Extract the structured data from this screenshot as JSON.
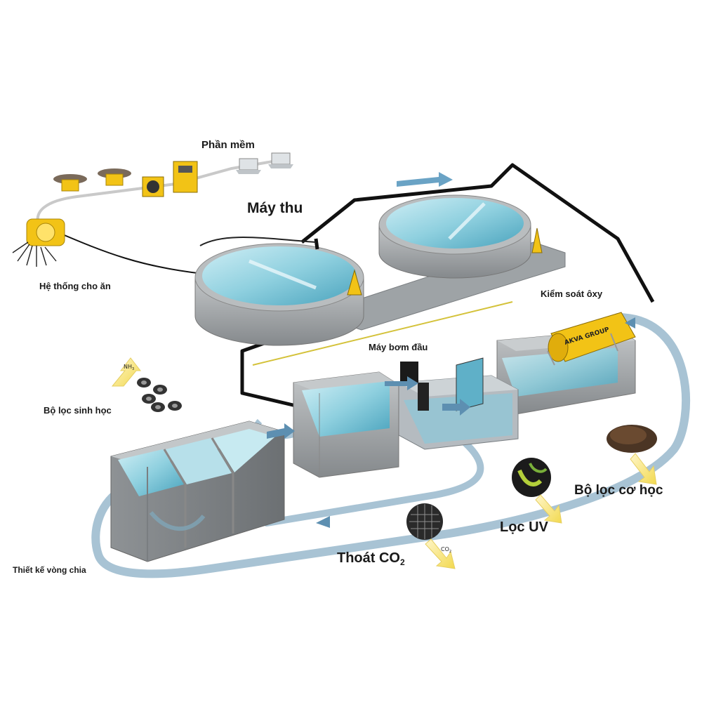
{
  "labels": {
    "software": "Phần mềm",
    "receiver": "Máy thu",
    "feeding_system": "Hệ thống cho ăn",
    "oxygen_control": "Kiểm soát ôxy",
    "head_pump": "Máy bơm đầu",
    "bio_filter": "Bộ lọc sinh học",
    "mechanical_filter": "Bộ lọc cơ học",
    "uv_filter": "Lọc UV",
    "co2_removal": "Thoát CO",
    "co2_subscript": "2",
    "split_loop_design": "Thiết kế vòng chia"
  },
  "small_marks": {
    "nh3": "NH",
    "nh3_sub": "3",
    "co2": "CO",
    "co2_sub": "2",
    "brand": "AKVA GROUP"
  },
  "colors": {
    "water": "#7ec4d6",
    "water_light": "#b7e0ea",
    "concrete": "#a9adb0",
    "concrete_dark": "#7f8487",
    "loop_pipe": "#a7c2d3",
    "accent_yellow": "#f2c316",
    "pipe_black": "#111111",
    "flow_arrow": "#5d9cbf"
  }
}
